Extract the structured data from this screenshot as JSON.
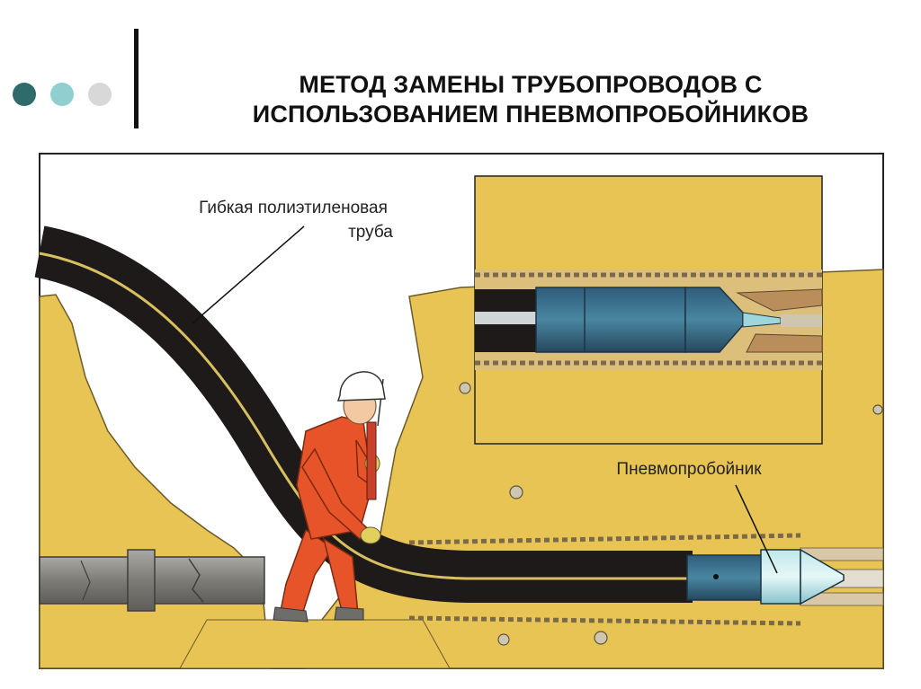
{
  "slide": {
    "title_line1": "МЕТОД ЗАМЕНЫ ТРУБОПРОВОДОВ С",
    "title_line2": "ИСПОЛЬЗОВАНИЕМ ПНЕВМОПРОБОЙНИКОВ",
    "decor_dot_colors": [
      "#2f6b6b",
      "#8fcfcf",
      "#d8d8d8"
    ]
  },
  "diagram": {
    "label_pipe_line1": "Гибкая полиэтиленовая",
    "label_pipe_line2": "труба",
    "label_tool": "Пневмопробойник"
  },
  "colors": {
    "soil": "#e8c455",
    "soil_dark": "#c9a03a",
    "pipe": "#1e1a1a",
    "pipe_stripe": "#d8c060",
    "old_pipe": "#8a8a86",
    "worker": "#e8542a",
    "tool": "#3a6e86",
    "tool_light": "#9fd6dc"
  }
}
